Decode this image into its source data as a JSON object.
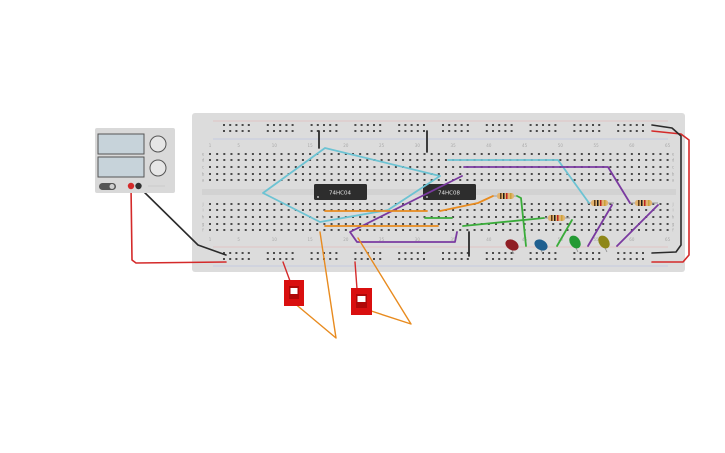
{
  "breadboard": {
    "row_letters_top": [
      "a",
      "b",
      "c",
      "d",
      "e"
    ],
    "row_letters_bottom": [
      "f",
      "g",
      "h",
      "i",
      "j"
    ],
    "column_numbers": [
      "1",
      "5",
      "10",
      "15",
      "20",
      "25",
      "30",
      "35",
      "40",
      "45",
      "50",
      "55",
      "60",
      "65"
    ]
  },
  "chips": [
    {
      "id": "chip-74hc04",
      "label": "74HC04"
    },
    {
      "id": "chip-74hc08",
      "label": "74HC08"
    }
  ],
  "power_supply": {
    "body_color": "#d9d9d9",
    "display_color": "#c7d3da",
    "positive_terminal_color": "#d42a2a",
    "negative_terminal_color": "#333333"
  },
  "leds": [
    {
      "id": "led-red",
      "color": "#8f1e24"
    },
    {
      "id": "led-blue",
      "color": "#1f5f8f"
    },
    {
      "id": "led-green",
      "color": "#249a34"
    },
    {
      "id": "led-yellow",
      "color": "#8e8618"
    }
  ],
  "switches": [
    {
      "id": "slide-switch-1",
      "color": "#d90f0f"
    },
    {
      "id": "slide-switch-2",
      "color": "#d90f0f"
    }
  ],
  "wire_colors": {
    "power": "#d42a2a",
    "ground": "#2b2b2b",
    "cyan": "#6cc3d3",
    "purple": "#7a3aa0",
    "orange": "#e88b1f",
    "green": "#3aac3a"
  }
}
